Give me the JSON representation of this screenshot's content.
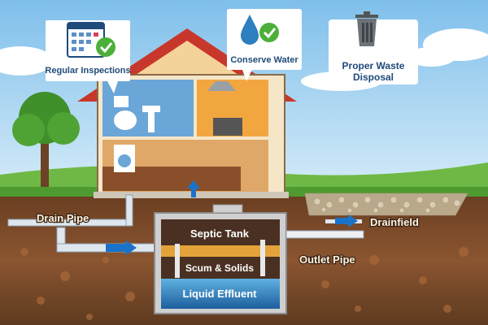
{
  "callouts": {
    "inspections": {
      "label": "Regular Inspections",
      "icon": "calendar-check-icon"
    },
    "water": {
      "label": "Conserve Water",
      "icon": "water-drop-check-icon"
    },
    "waste": {
      "label_line1": "Proper Waste",
      "label_line2": "Disposal",
      "icon": "trash-can-icon"
    }
  },
  "labels": {
    "drain_pipe": "Drain Pipe",
    "septic_tank": "Septic Tank",
    "scum": "Scum & Solids",
    "effluent": "Liquid Effluent",
    "outlet_pipe": "Outlet Pipe",
    "drainfield": "Drainfield"
  },
  "colors": {
    "sky": "#a9d6f3",
    "roof": "#c8372b",
    "grass": "#5aa63a",
    "soil": "#7a4a2a",
    "pipe": "#dfe7ee",
    "flow_arrow": "#1a73c9",
    "water": "#2d7fc0",
    "callout_text": "#1f4a7a",
    "check": "#4caf3a"
  }
}
